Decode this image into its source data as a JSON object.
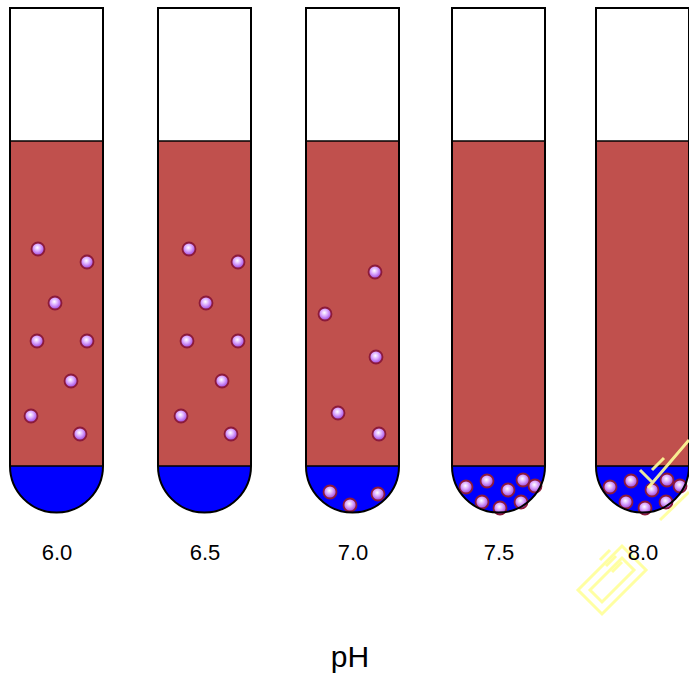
{
  "diagram": {
    "labels": [
      "6.0",
      "6.5",
      "7.0",
      "7.5",
      "8.0",
      "pH"
    ]
  }
}
